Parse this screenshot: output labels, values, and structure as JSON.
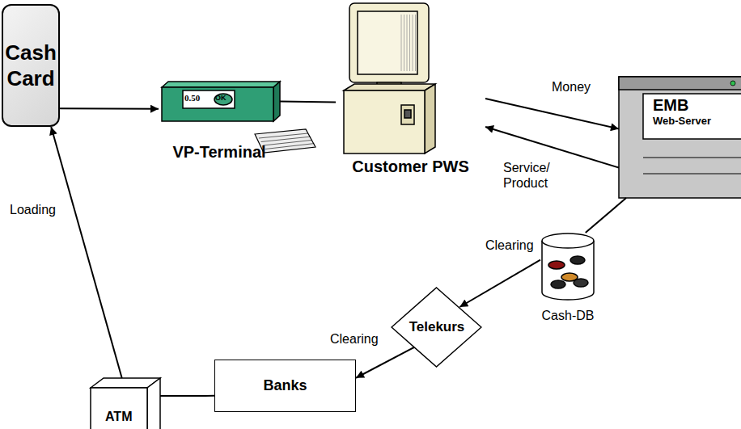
{
  "diagram": {
    "nodes": [
      {
        "text": [
          "Cash Card"
        ]
      },
      {
        "text": [
          "VP-Terminal"
        ]
      },
      {
        "text": [
          "Customer PWS"
        ]
      },
      {
        "text": [
          "EMB",
          "Web-Server"
        ]
      },
      {
        "text": [
          "Cash-DB"
        ]
      },
      {
        "text": [
          "Telekurs"
        ]
      },
      {
        "text": [
          "Banks"
        ]
      },
      {
        "text": [
          "ATM"
        ]
      }
    ],
    "edges": [
      {
        "from": 0,
        "to": 1,
        "arrow": "to"
      },
      {
        "from": 1,
        "to": 2,
        "arrow": "none"
      },
      {
        "from": 2,
        "to": 3,
        "label": "Money",
        "arrow": "to"
      },
      {
        "from": 3,
        "to": 2,
        "label": "Service/ Product",
        "arrow": "to"
      },
      {
        "from": 3,
        "to": 4,
        "arrow": "none"
      },
      {
        "from": 4,
        "to": 5,
        "label": "Clearing",
        "arrow": "to"
      },
      {
        "from": 5,
        "to": 6,
        "label": "Clearing",
        "arrow": "to"
      },
      {
        "from": 7,
        "to": 6,
        "arrow": "none"
      },
      {
        "from": 7,
        "to": 0,
        "label": "Loading",
        "arrow": "to"
      }
    ],
    "labels": [
      "0.50",
      "OK"
    ]
  }
}
